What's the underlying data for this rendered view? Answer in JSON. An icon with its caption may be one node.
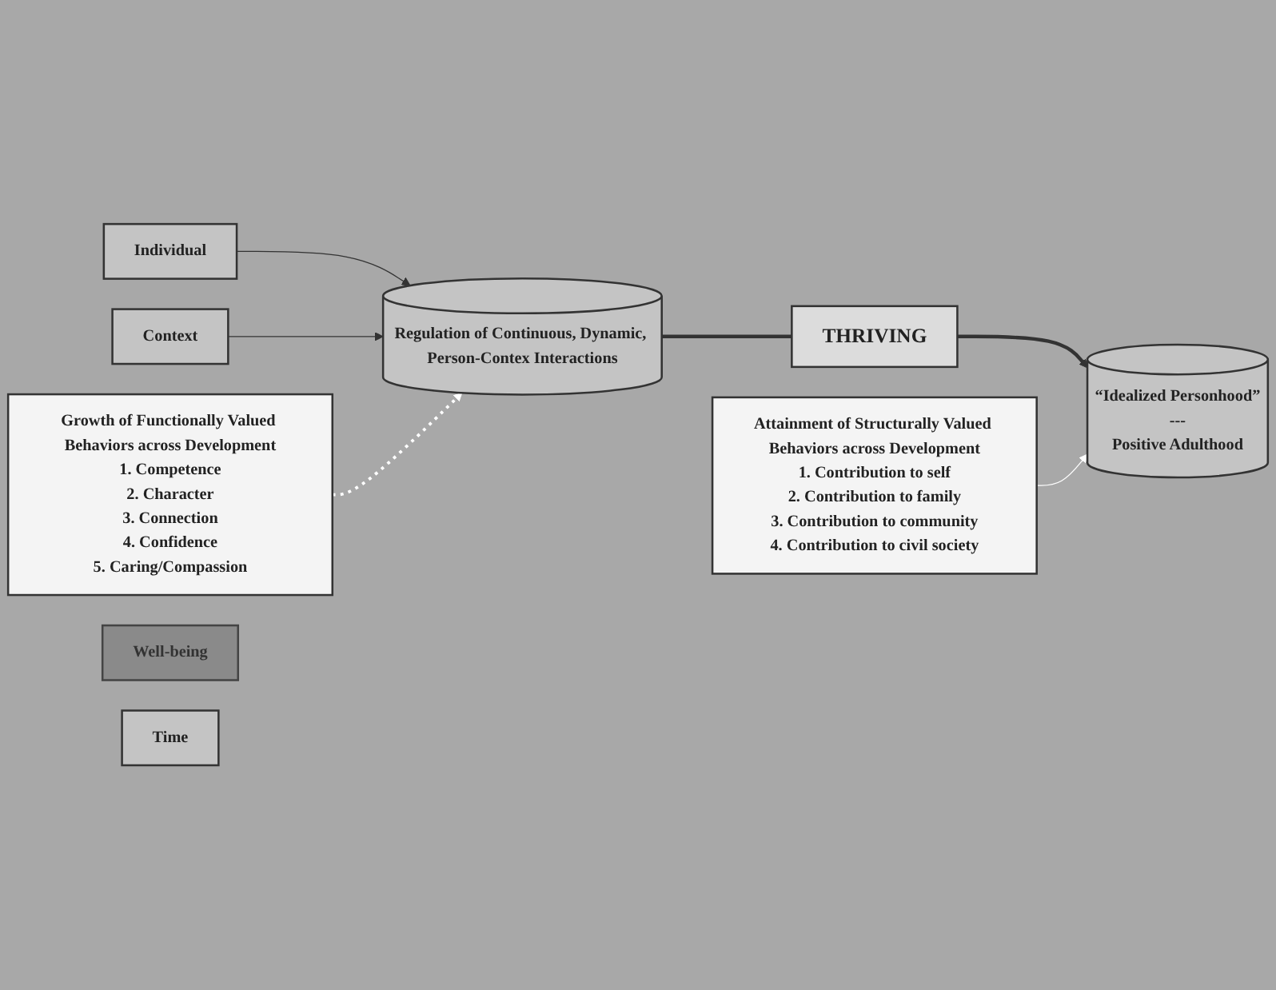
{
  "diagram": {
    "nodes": [
      {
        "text": [
          "Individual"
        ]
      },
      {
        "text": [
          "Regulation of Continuous, Dynamic, Person-Contex Interactions"
        ]
      },
      {
        "text": [
          "Context"
        ]
      },
      {
        "text": [
          "THRIVING"
        ]
      },
      {
        "text": [
          "“Idealized Personhood”",
          "---",
          "Positive Adulthood"
        ]
      },
      {
        "text": [
          "Growth of Functionally Valued Behaviors across Development",
          "1. Competence",
          "2. Character",
          "3. Connection",
          "4. Confidence",
          "5. Caring/Compassion"
        ]
      },
      {
        "text": [
          "Attainment of Structurally Valued Behaviors across Development",
          "1. Contribution to self",
          "2. Contribution to family",
          "3. Contribution to community",
          "4. Contribution to civil society"
        ]
      },
      {
        "text": [
          "Well-being"
        ]
      },
      {
        "text": [
          "Time"
        ]
      }
    ],
    "edges": [
      {
        "from": 0,
        "to": 1,
        "arrow": "to"
      },
      {
        "from": 2,
        "to": 1,
        "arrow": "to"
      },
      {
        "from": 1,
        "to": 3,
        "arrow": "none",
        "style": "thick"
      },
      {
        "from": 3,
        "to": 4,
        "arrow": "to",
        "style": "thick"
      },
      {
        "from": 5,
        "to": 1,
        "arrow": "to",
        "style": "dashed",
        "color": "#ffffff"
      },
      {
        "from": 6,
        "to": 4,
        "arrow": "to",
        "color": "#ffffff"
      }
    ]
  }
}
